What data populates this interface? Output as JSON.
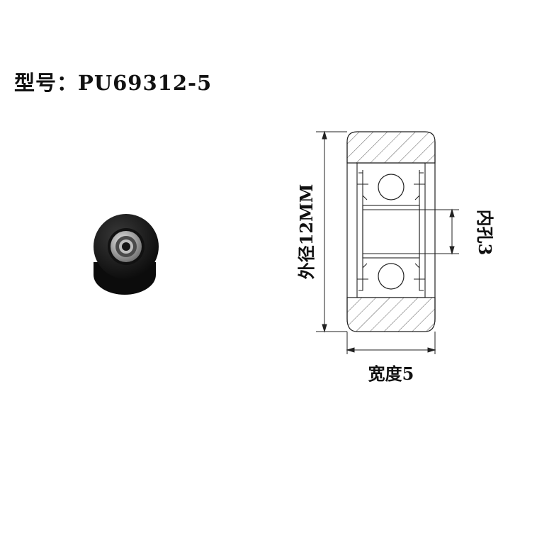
{
  "model": {
    "label": "型号：",
    "code": "PU69312-5"
  },
  "dimensions": {
    "outer_diameter": "外径12MM",
    "inner_bore": "内孔3",
    "width": "宽度5"
  },
  "icons": {
    "photo": "pu-wheel-bearing-photo"
  }
}
